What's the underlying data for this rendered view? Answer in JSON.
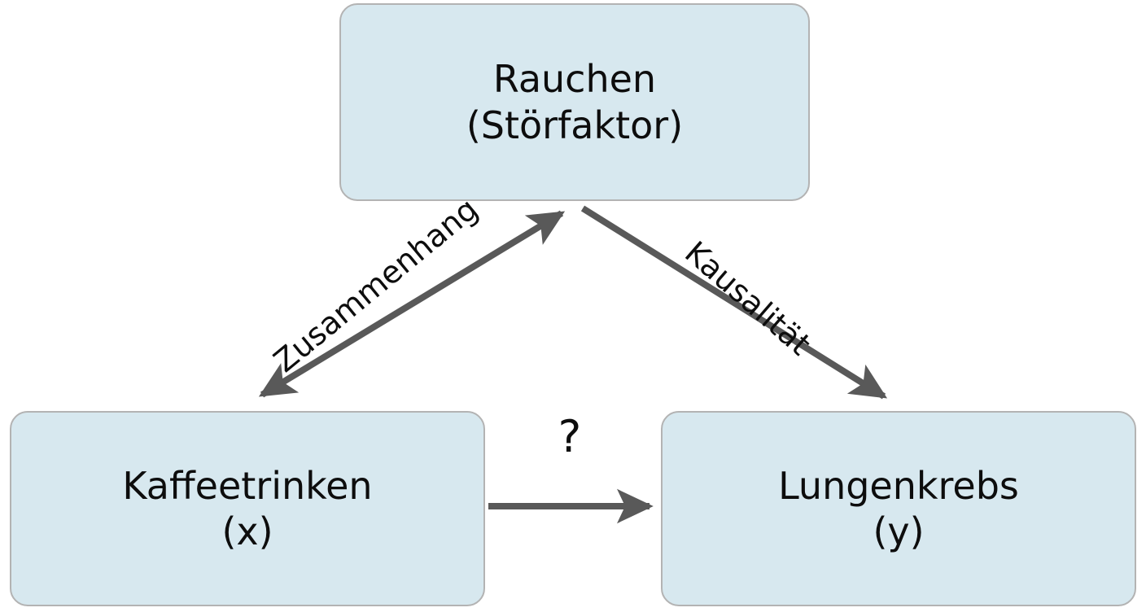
{
  "diagram": {
    "type": "causal-confounding-diagram",
    "language": "de",
    "background_color": "#ffffff",
    "node_fill_color": "#d7e8ef",
    "node_border_color": "#b3b3b3",
    "edge_color": "#595959",
    "text_color": "#0d0d0d",
    "nodes": [
      {
        "id": "confounder",
        "line1": "Rauchen",
        "line2": "(Störfaktor)",
        "role": "confounder"
      },
      {
        "id": "exposure",
        "line1": "Kaffeetrinken",
        "line2": "(x)",
        "role": "exposure"
      },
      {
        "id": "outcome",
        "line1": "Lungenkrebs",
        "line2": "(y)",
        "role": "outcome"
      }
    ],
    "edges": [
      {
        "id": "assoc",
        "label": "Zusammenhang",
        "from": "exposure",
        "to": "confounder",
        "arrowheads": "both"
      },
      {
        "id": "causal",
        "label": "Kausalität",
        "from": "confounder",
        "to": "outcome",
        "arrowheads": "end"
      },
      {
        "id": "question",
        "label": "?",
        "from": "exposure",
        "to": "outcome",
        "arrowheads": "end"
      }
    ]
  }
}
